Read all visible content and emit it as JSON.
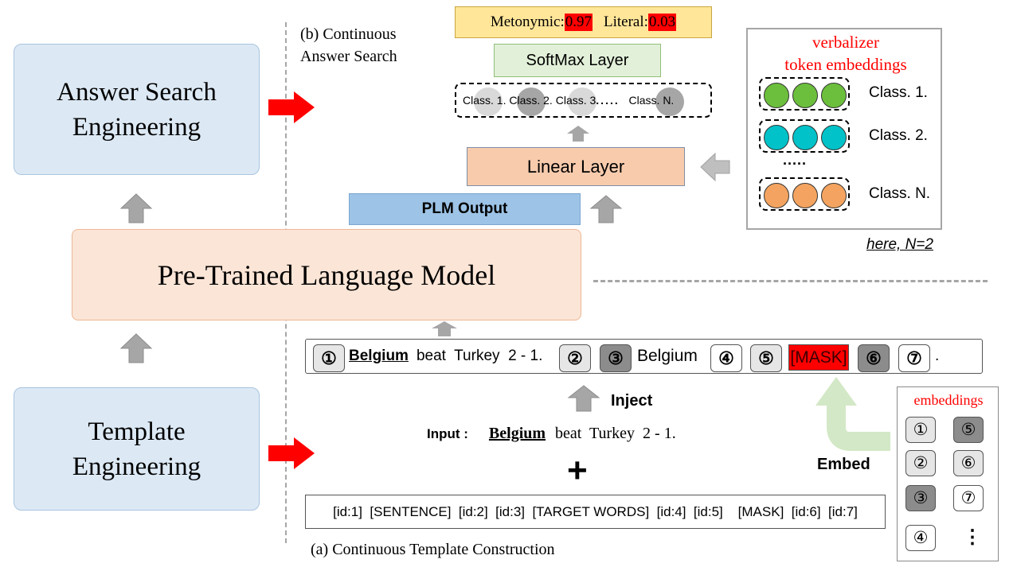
{
  "left": {
    "answer_search_line1": "Answer Search",
    "answer_search_line2": "Engineering",
    "plm": "Pre-Trained Language Model",
    "template_line1": "Template",
    "template_line2": "Engineering"
  },
  "top": {
    "section_b_line1": "(b) Continuous",
    "section_b_line2": "Answer Search",
    "metonymic_label": "Metonymic:",
    "metonymic_value": "0.97",
    "literal_label": "Literal:",
    "literal_value": "0.03",
    "softmax": "SoftMax Layer",
    "classes": [
      "Class. 1.",
      "Class. 2.",
      "Class. 3",
      ".....",
      "Class. N."
    ],
    "linear": "Linear Layer",
    "plm_output": "PLM Output"
  },
  "verbalizer": {
    "title_line1": "verbalizer",
    "title_line2": "token embeddings",
    "class1": "Class. 1.",
    "class2": "Class. 2.",
    "dots": ".....",
    "classN": "Class. N.",
    "note": "here, N=2",
    "colors": {
      "class1": "#6cbf3c",
      "class2": "#00c2c8",
      "classN": "#f4a460"
    }
  },
  "token_row": {
    "ids": [
      "①",
      "②",
      "③",
      "④",
      "⑤",
      "⑥",
      "⑦"
    ],
    "word_belgium": "Belgium",
    "sentence_rest": "beat  Turkey  2 - 1.",
    "belgium2": "Belgium",
    "mask": "[MASK]",
    "period": "."
  },
  "bottom": {
    "inject": "Inject",
    "input_label": "Input :",
    "input_word": "Belgium",
    "input_rest": "beat  Turkey  2 - 1.",
    "plus": "+",
    "embed": "Embed",
    "template": "[id:1]  [SENTENCE]  [id:2]  [id:3]  [TARGET WORDS]  [id:4]  [id:5]    [MASK]  [id:6]  [id:7]",
    "section_a": "(a) Continuous Template Construction"
  },
  "embeddings": {
    "title": "embeddings",
    "ids": [
      "①",
      "⑤",
      "②",
      "⑥",
      "③",
      "⑦",
      "④",
      "⋮"
    ]
  }
}
